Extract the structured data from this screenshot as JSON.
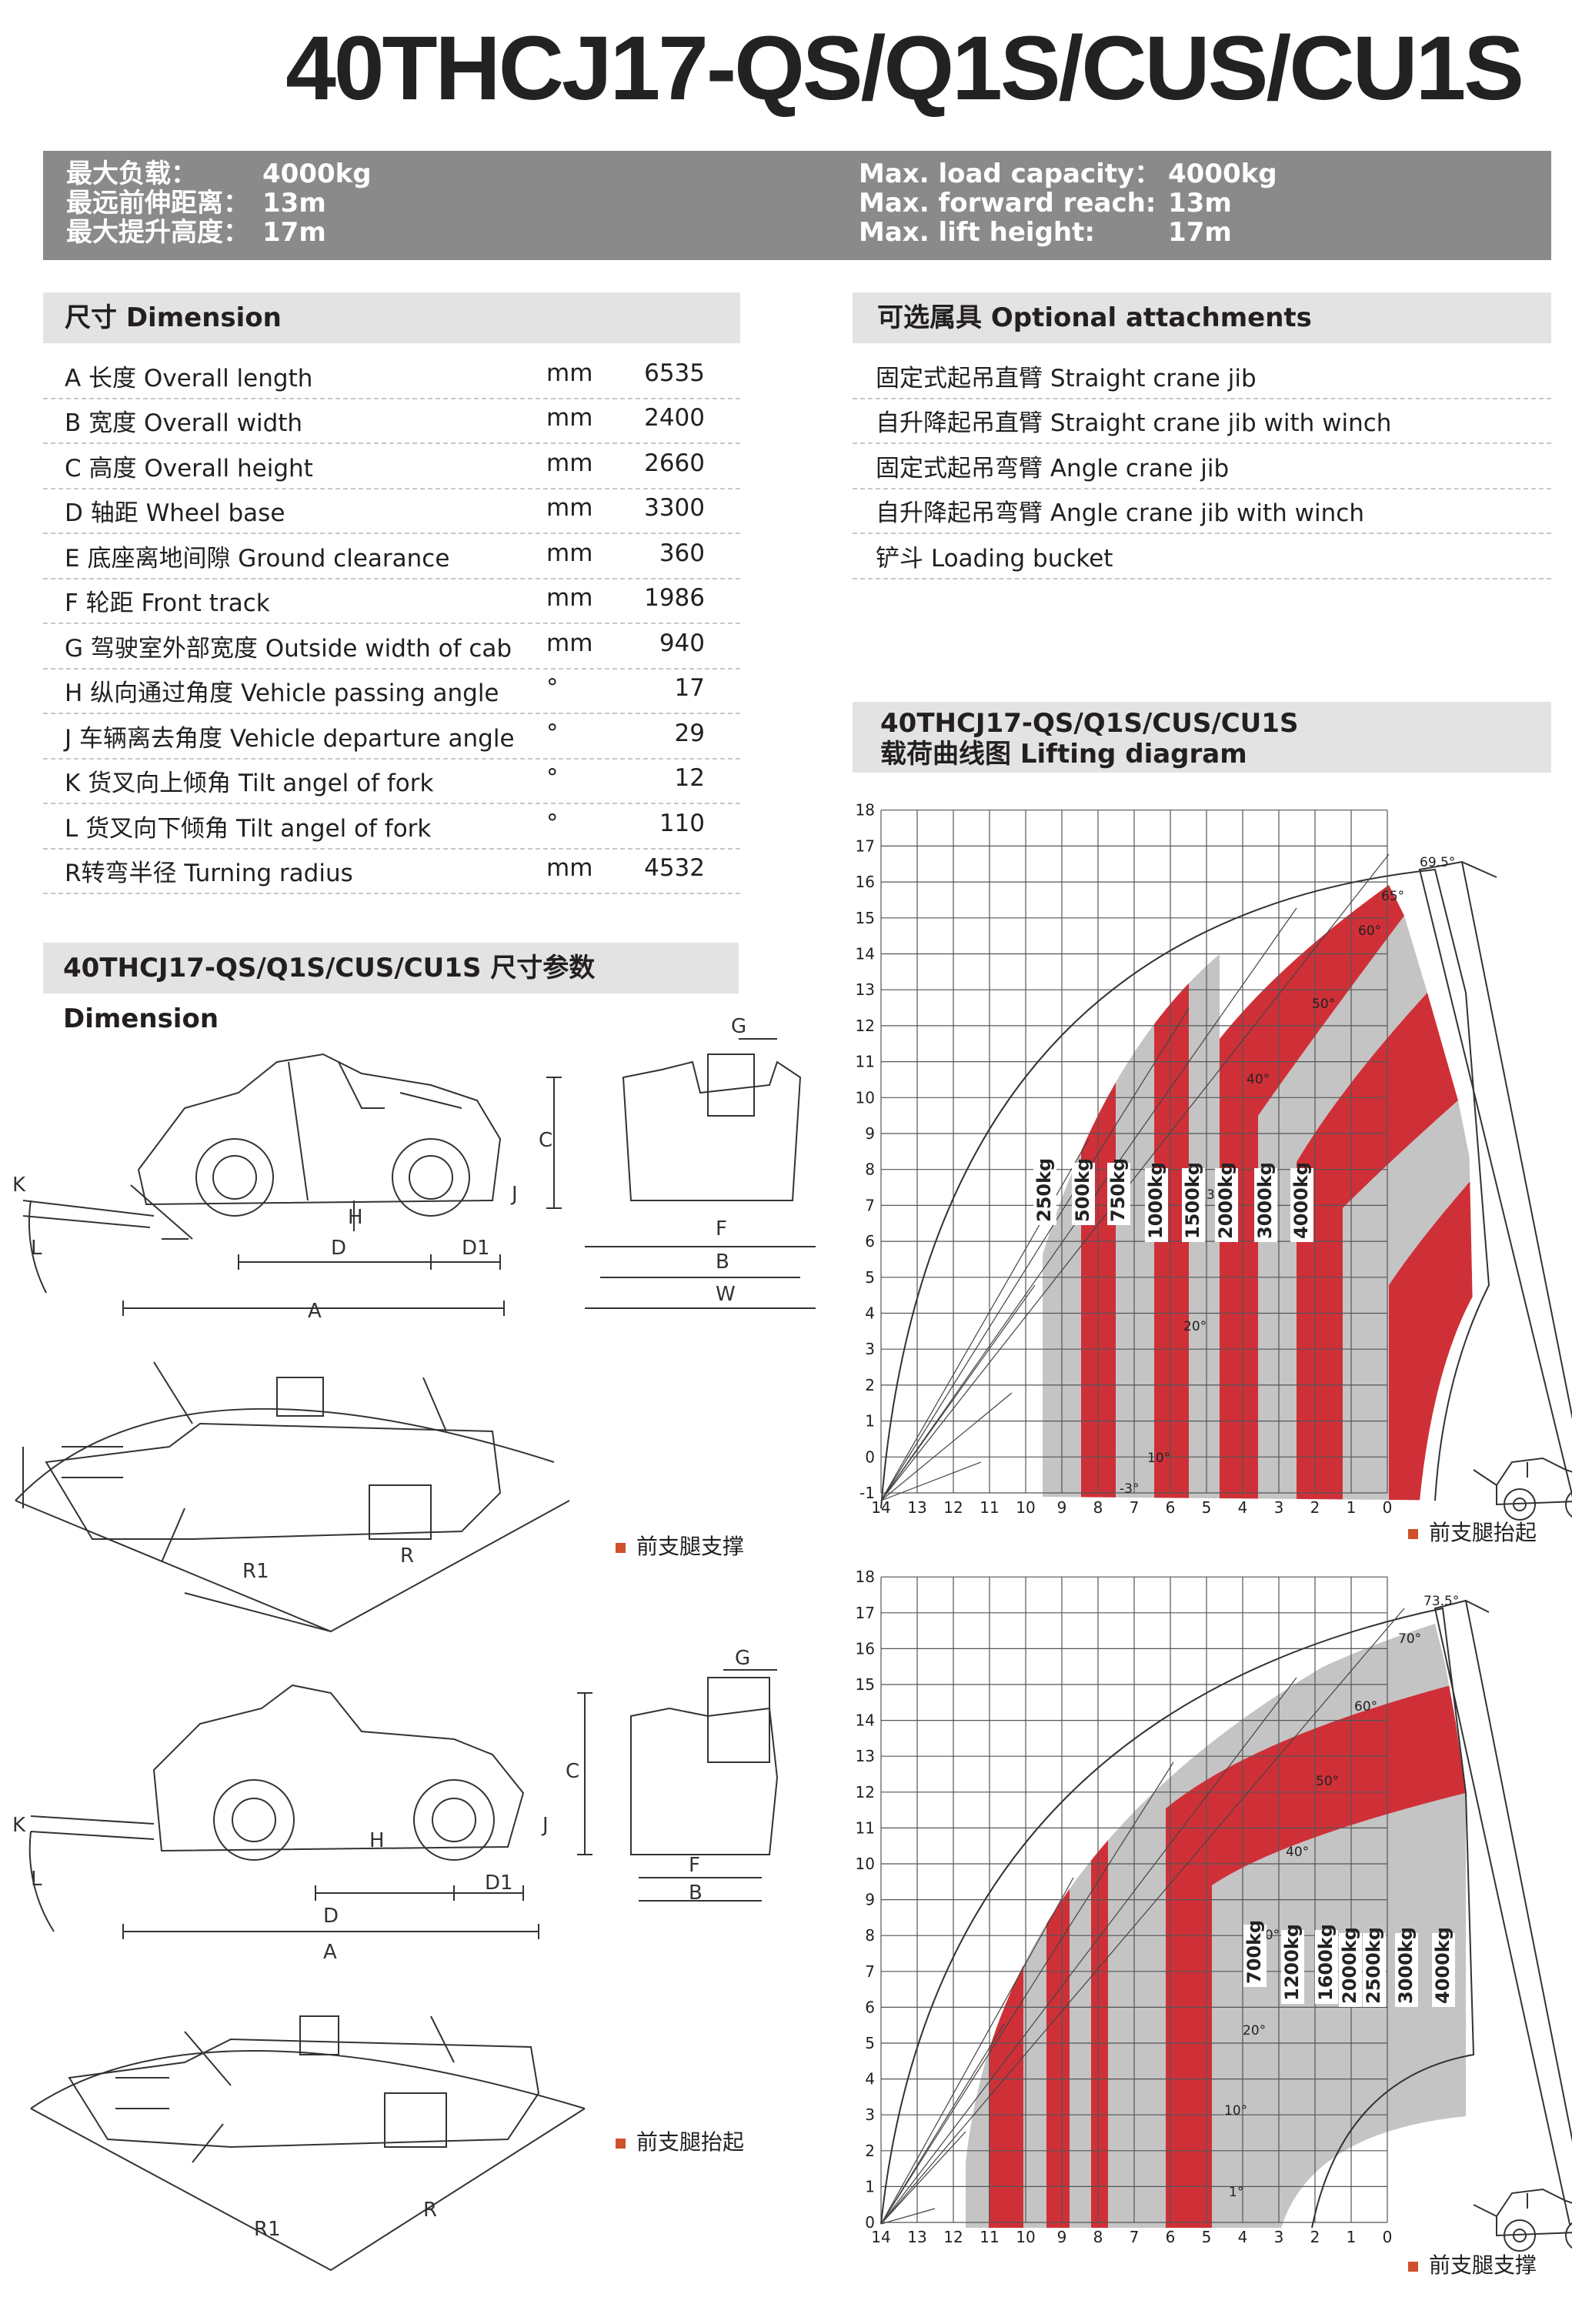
{
  "title": "40THCJ17-QS/Q1S/CUS/CU1S",
  "specs_cn": [
    {
      "label": "最大负载：",
      "value": "4000kg"
    },
    {
      "label": "最远前伸距离：",
      "value": "13m"
    },
    {
      "label": "最大提升高度：",
      "value": "17m"
    }
  ],
  "specs_en": [
    {
      "label": "Max. load capacity：",
      "value": "4000kg"
    },
    {
      "label": "Max. forward reach:",
      "value": "13m"
    },
    {
      "label": "Max. lift height:",
      "value": "17m"
    }
  ],
  "dimension": {
    "heading": "尺寸 Dimension",
    "rows": [
      {
        "label": "A 长度 Overall length",
        "unit": "mm",
        "value": "6535"
      },
      {
        "label": "B 宽度 Overall width",
        "unit": "mm",
        "value": "2400"
      },
      {
        "label": "C 高度 Overall height",
        "unit": "mm",
        "value": "2660"
      },
      {
        "label": "D 轴距 Wheel base",
        "unit": "mm",
        "value": "3300"
      },
      {
        "label": "E 底座离地间隙 Ground clearance",
        "unit": "mm",
        "value": "360"
      },
      {
        "label": "F 轮距 Front track",
        "unit": "mm",
        "value": "1986"
      },
      {
        "label": "G 驾驶室外部宽度 Outside width of cab",
        "unit": "mm",
        "value": "940"
      },
      {
        "label": "H 纵向通过角度 Vehicle passing angle",
        "unit": "°",
        "value": "17"
      },
      {
        "label": "J 车辆离去角度 Vehicle departure angle",
        "unit": "°",
        "value": "29"
      },
      {
        "label": "K 货叉向上倾角 Tilt angel of fork",
        "unit": "°",
        "value": "12"
      },
      {
        "label": "L 货叉向下倾角 Tilt angel of fork",
        "unit": "°",
        "value": "110"
      },
      {
        "label": "R转弯半径 Turning radius",
        "unit": "mm",
        "value": "4532"
      }
    ]
  },
  "attachments": {
    "heading": "可选属具 Optional attachments",
    "items": [
      "固定式起吊直臂 Straight crane jib",
      "自升降起吊直臂 Straight crane jib with winch",
      "固定式起吊弯臂 Angle crane jib",
      "自升降起吊弯臂 Angle crane jib with winch",
      "铲斗 Loading bucket"
    ]
  },
  "lifting_heading": {
    "line1": "40THCJ17-QS/Q1S/CUS/CU1S",
    "line2": "载荷曲线图 Lifting diagram"
  },
  "dimension_drawing_heading": "40THCJ17-QS/Q1S/CUS/CU1S 尺寸参数 Dimension",
  "drawing_labels": {
    "A": "A",
    "B": "B",
    "C": "C",
    "D": "D",
    "D1": "D1",
    "F": "F",
    "G": "G",
    "H": "H",
    "J": "J",
    "K": "K",
    "L": "L",
    "W": "W",
    "R": "R",
    "R1": "R1"
  },
  "drawing_notes": {
    "outriggers_down": "前支腿支撑",
    "outriggers_up": "前支腿抬起"
  },
  "colors": {
    "accent_red": "#cf3038",
    "band_gray": "#c4c4c4",
    "spec_bar": "#8a8a8a",
    "head_bg": "#e3e3e3",
    "bullet": "#d0502c"
  },
  "chart_data": [
    {
      "type": "area",
      "note": "前支腿抬起",
      "x_ticks": [
        14,
        13,
        12,
        11,
        10,
        9,
        8,
        7,
        6,
        5,
        4,
        3,
        2,
        1,
        0
      ],
      "y_ticks": [
        -1,
        0,
        1,
        2,
        3,
        4,
        5,
        6,
        7,
        8,
        9,
        10,
        11,
        12,
        13,
        14,
        15,
        16,
        17,
        18
      ],
      "xlim": [
        14,
        0
      ],
      "ylim": [
        -1,
        18
      ],
      "grid": true,
      "angles": [
        "69.5°",
        "65°",
        "60°",
        "50°",
        "40°",
        "30°",
        "20°",
        "10°",
        "-3°"
      ],
      "load_labels": [
        "250kg",
        "500kg",
        "750kg",
        "1000kg",
        "1500kg",
        "2000kg",
        "3000kg",
        "4000kg"
      ]
    },
    {
      "type": "area",
      "note": "前支腿支撑",
      "x_ticks": [
        14,
        13,
        12,
        11,
        10,
        9,
        8,
        7,
        6,
        5,
        4,
        3,
        2,
        1,
        0
      ],
      "y_ticks": [
        0,
        1,
        2,
        3,
        4,
        5,
        6,
        7,
        8,
        9,
        10,
        11,
        12,
        13,
        14,
        15,
        16,
        17,
        18
      ],
      "xlim": [
        14,
        0
      ],
      "ylim": [
        0,
        18
      ],
      "grid": true,
      "angles": [
        "73.5°",
        "70°",
        "60°",
        "50°",
        "40°",
        "30°",
        "20°",
        "10°",
        "1°"
      ],
      "load_labels": [
        "700kg",
        "1200kg",
        "1600kg",
        "2000kg",
        "2500kg",
        "3000kg",
        "4000kg"
      ]
    }
  ]
}
